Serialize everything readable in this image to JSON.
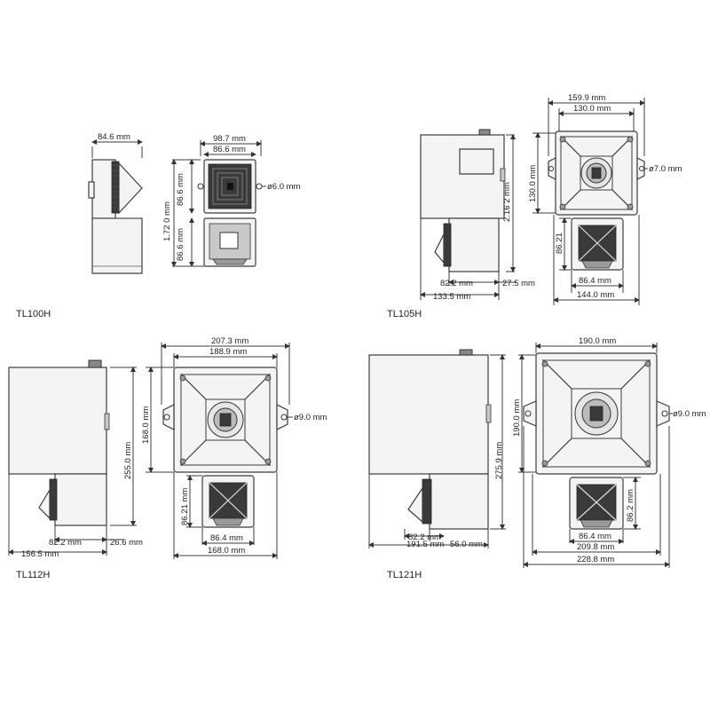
{
  "tl100h": {
    "label": "TL100H",
    "dims": {
      "depth": "84.6 mm",
      "width_outer": "98.7 mm",
      "width_inner": "86.6 mm",
      "horn_height": "86.6 mm",
      "total_height": "1.72 0 mm",
      "beacon_height": "86.6 mm",
      "hole": "ø6.0 mm"
    }
  },
  "tl105h": {
    "label": "TL105H",
    "dims": {
      "width_outer": "159.9 mm",
      "width_inner": "130.0 mm",
      "horn_height": "130.0 mm",
      "total_height": "2.16 2 mm",
      "beacon_height": "86.21",
      "hole": "ø7.0 mm",
      "beacon_depth": "82.2 mm",
      "lens_depth": "27.5 mm",
      "depth": "133.5 mm",
      "beacon_width": "86.4 mm",
      "base_width": "144.0 mm"
    }
  },
  "tl112h": {
    "label": "TL112H",
    "dims": {
      "width_outer": "207.3 mm",
      "width_inner": "188.9 mm",
      "horn_height": "168.0 mm",
      "total_height": "255.0 mm",
      "hole": "ø9.0 mm",
      "beacon_height": "86.21 mm",
      "beacon_depth": "82.2 mm",
      "lens_depth": "26.6 mm",
      "depth": "156.5 mm",
      "beacon_width": "86.4 mm",
      "base_width": "168.0 mm"
    }
  },
  "tl121h": {
    "label": "TL121H",
    "dims": {
      "width": "190.0 mm",
      "horn_height": "190.0 mm",
      "total_height": "275.9 mm",
      "hole": "ø9.0 mm",
      "beacon_height": "86.2 mm",
      "beacon_depth": "82.2 mm",
      "depth": "191.5 mm",
      "lens_depth": "56.0 mm",
      "beacon_width": "86.4 mm",
      "base_width": "209.8 mm",
      "overall_width": "228.8 mm"
    }
  }
}
